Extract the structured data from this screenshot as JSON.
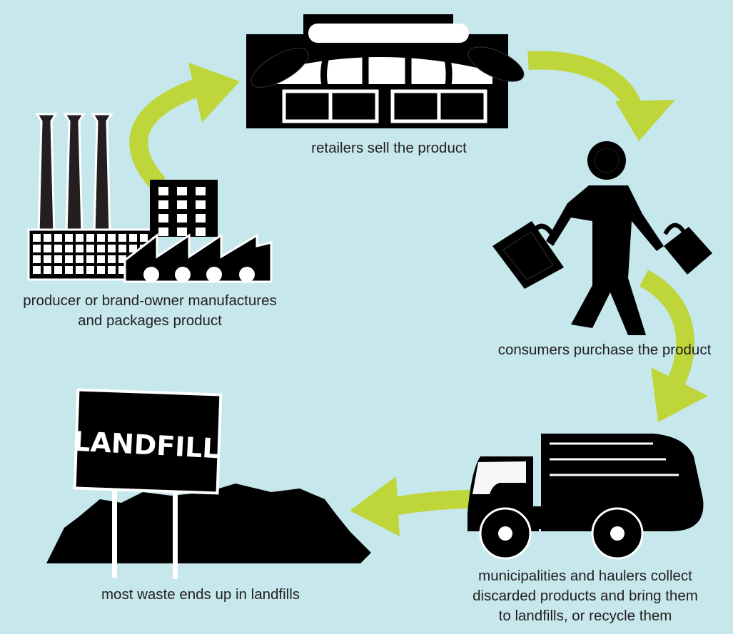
{
  "colors": {
    "background": "#c6e7ec",
    "arrow": "#bed63a",
    "icon": "#000000",
    "text": "#231f20"
  },
  "stages": {
    "producer": {
      "lines": [
        "producer or brand-owner manufactures",
        "and packages product"
      ]
    },
    "retailer": {
      "lines": [
        "retailers sell the product"
      ]
    },
    "consumer": {
      "lines": [
        "consumers purchase the product"
      ]
    },
    "hauler": {
      "lines": [
        "municipalities and haulers collect",
        "discarded products and bring them",
        "to landfills, or recycle them"
      ]
    },
    "landfill": {
      "lines": [
        "most waste ends up in landfills"
      ],
      "sign_text": "LANDFILL"
    }
  }
}
